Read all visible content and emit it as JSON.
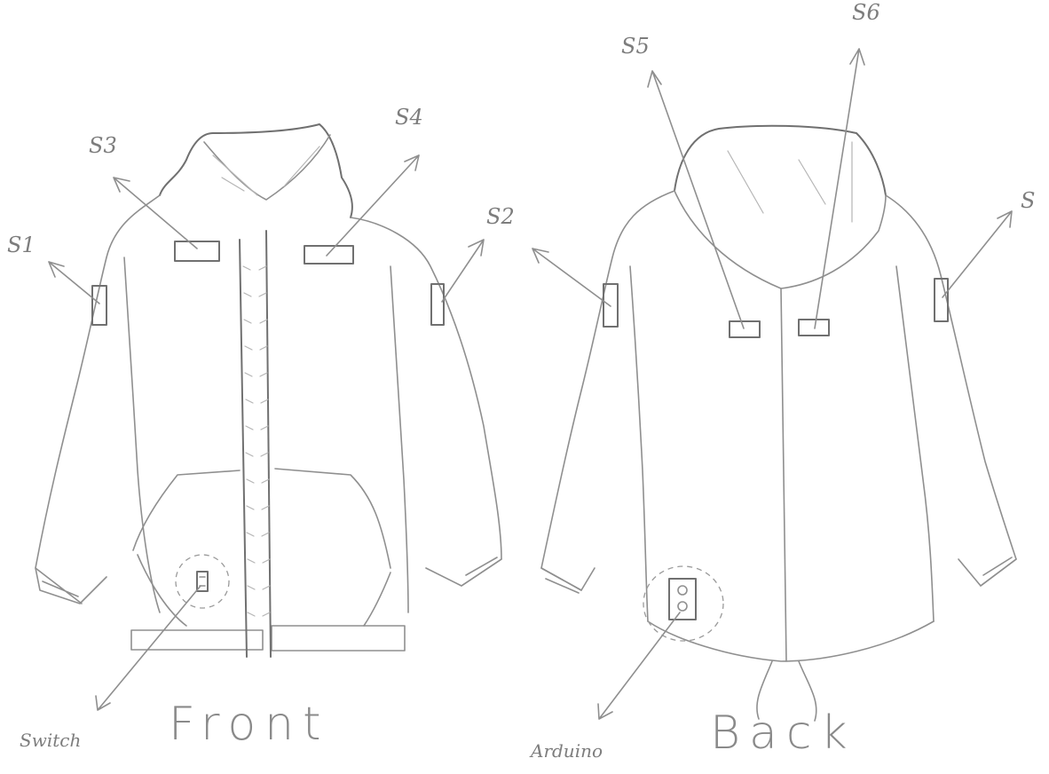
{
  "labels": {
    "s1": "S1",
    "s2": "S2",
    "s3": "S3",
    "s4": "S4",
    "s5": "S5",
    "s6": "S6",
    "s7": "S",
    "switch": "Switch",
    "arduino": "Arduino",
    "front": "Front",
    "back": "Back"
  },
  "colors": {
    "pencil": "#8f8f8f",
    "paper": "#ffffff"
  }
}
